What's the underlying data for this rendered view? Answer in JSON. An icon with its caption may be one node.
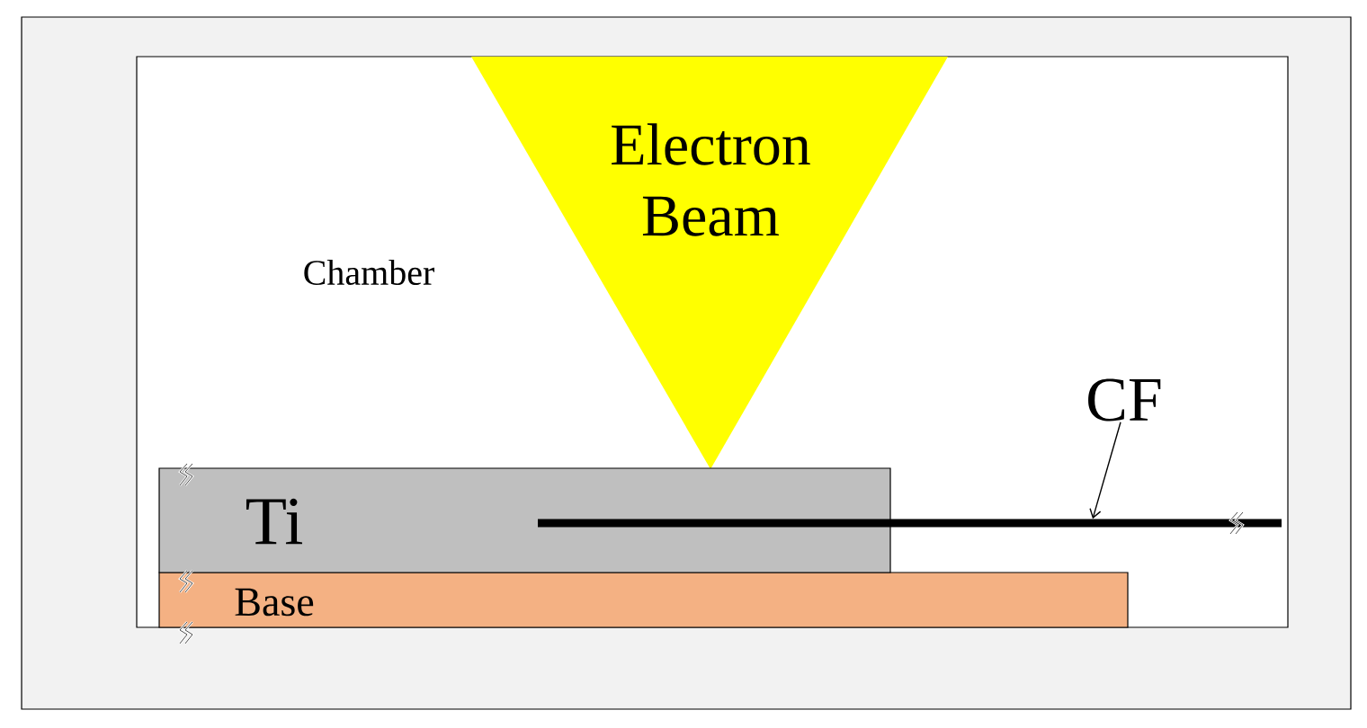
{
  "diagram": {
    "nodes": [
      {
        "text": [
          "Chamber"
        ]
      },
      {
        "text": [
          "Electron Beam"
        ],
        "in": 0
      },
      {
        "text": [
          "Ti"
        ],
        "in": 0
      },
      {
        "text": [
          "Base"
        ],
        "in": 0
      },
      {
        "text": [
          "CF"
        ],
        "in": 0
      },
      {
        "text": [],
        "shape": "bar",
        "in": 0
      }
    ],
    "edges": [
      {
        "from": 4,
        "to": 5,
        "arrow": "to"
      }
    ]
  }
}
